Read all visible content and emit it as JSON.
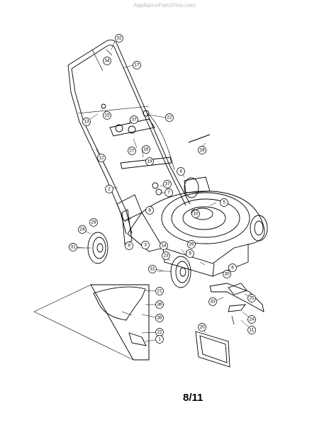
{
  "watermark": "AppliancePartsPros.com",
  "page_number": "8/11",
  "callouts": [
    "32",
    "34",
    "17",
    "13",
    "15",
    "37",
    "22",
    "12",
    "27",
    "16",
    "18",
    "19",
    "4",
    "2",
    "37",
    "7",
    "5",
    "8",
    "29",
    "24",
    "9",
    "14",
    "9",
    "3",
    "10",
    "31",
    "26",
    "23",
    "31",
    "30",
    "6",
    "21",
    "25",
    "36",
    "33",
    "35",
    "24",
    "22",
    "11",
    "20",
    "1"
  ]
}
